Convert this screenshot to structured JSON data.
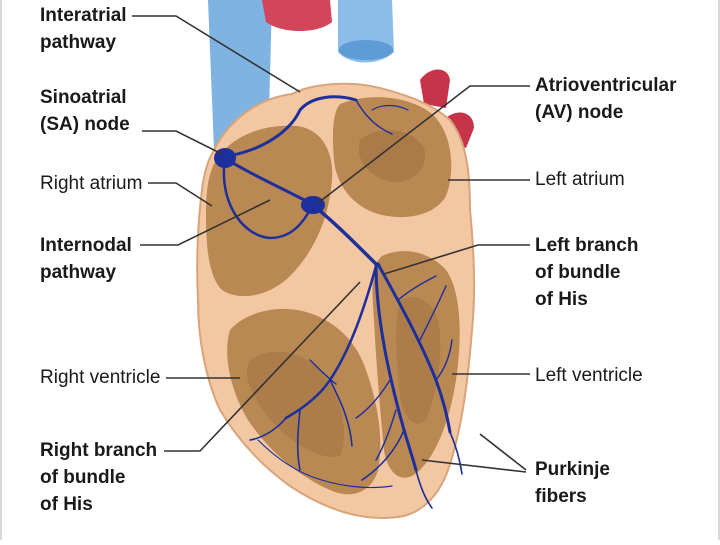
{
  "colors": {
    "background": "#ffffff",
    "heart_wall": "#f2c7a1",
    "chamber": "#b98853",
    "chamber_dark": "#8f6235",
    "vein_blue": "#7fb3e2",
    "artery_red": "#d2455a",
    "conduction": "#1c2f9c",
    "leader": "#333333"
  },
  "labels": {
    "interatrial": "Interatrial\npathway",
    "sa_node": "Sinoatrial\n(SA) node",
    "right_atrium": "Right atrium",
    "internodal": "Internodal\npathway",
    "right_ventricle": "Right ventricle",
    "right_branch": "Right branch\nof bundle\nof His",
    "av_node": "Atrioventricular\n(AV) node",
    "left_atrium": "Left atrium",
    "left_branch": "Left branch\nof bundle\nof His",
    "left_ventricle": "Left ventricle",
    "purkinje": "Purkinje\nfibers"
  }
}
